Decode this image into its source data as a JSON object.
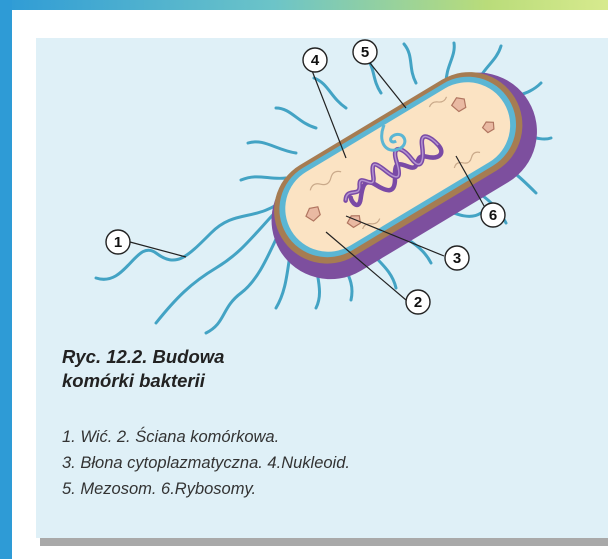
{
  "figure": {
    "callouts": [
      "1",
      "2",
      "3",
      "4",
      "5",
      "6"
    ],
    "colors": {
      "accent_blue": "#2e9bd6",
      "panel_bg": "#dff0f7",
      "capsule_purple": "#7d4f9e",
      "wall_brown": "#a67c52",
      "membrane_blue": "#5bb6d4",
      "cytoplasm": "#fbe3c3",
      "nucleoid": "#7a4aa6",
      "flagella": "#43a3c4"
    }
  },
  "caption": {
    "title_line1": "Ryc. 12.2. Budowa",
    "title_line2": "komórki bakterii",
    "legend_line1": "1. Wić. 2. Ściana komórkowa.",
    "legend_line2": "3. Błona cytoplazmatyczna. 4.Nukleoid.",
    "legend_line3": "5. Mezosom. 6.Rybosomy."
  }
}
